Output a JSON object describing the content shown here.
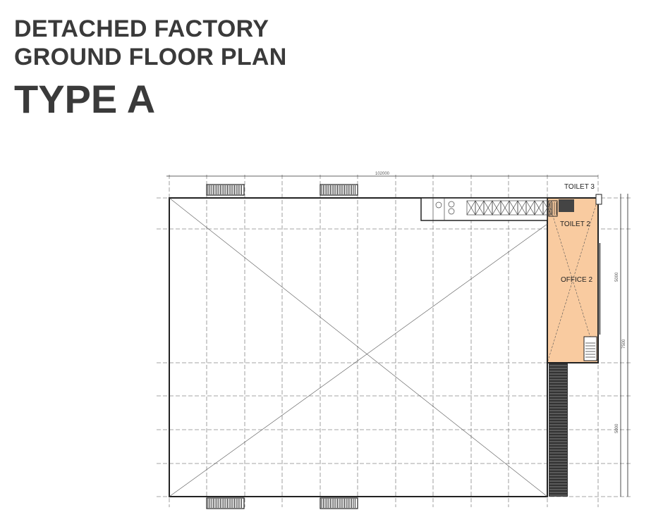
{
  "title": {
    "line1": "DETACHED FACTORY",
    "line2": "GROUND FLOOR PLAN",
    "line3": "TYPE A"
  },
  "plan": {
    "rooms": {
      "toilet3": "TOILET 3",
      "toilet2": "TOILET 2",
      "office2": "OFFICE 2"
    },
    "dimensions": {
      "overall_width": "102000",
      "right_upper": "5000",
      "right_middle": "7500",
      "right_lower": "5000"
    },
    "colors": {
      "office_fill": "#f9cba0",
      "line": "#222222"
    }
  }
}
